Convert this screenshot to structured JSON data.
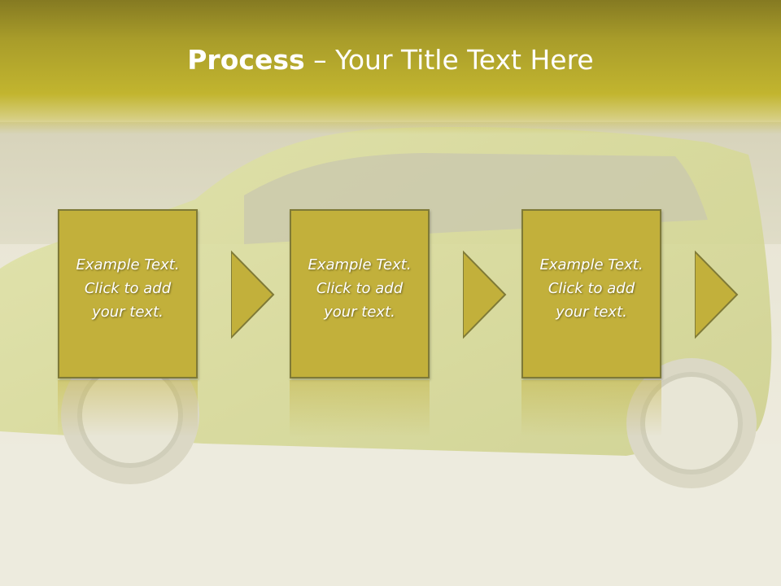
{
  "slide": {
    "title_bold": "Process",
    "title_rest": " – Your Title Text Here",
    "steps": [
      {
        "text": "Example Text.\nClick  to add\nyour text."
      },
      {
        "text": "Example Text.\nClick  to add\nyour text."
      },
      {
        "text": "Example Text.\nClick  to add\nyour text."
      }
    ]
  },
  "colors": {
    "title_band": "#a99d2a",
    "box_fill": "#c2b03b",
    "box_border": "#7f7a37",
    "text": "#ffffff"
  }
}
